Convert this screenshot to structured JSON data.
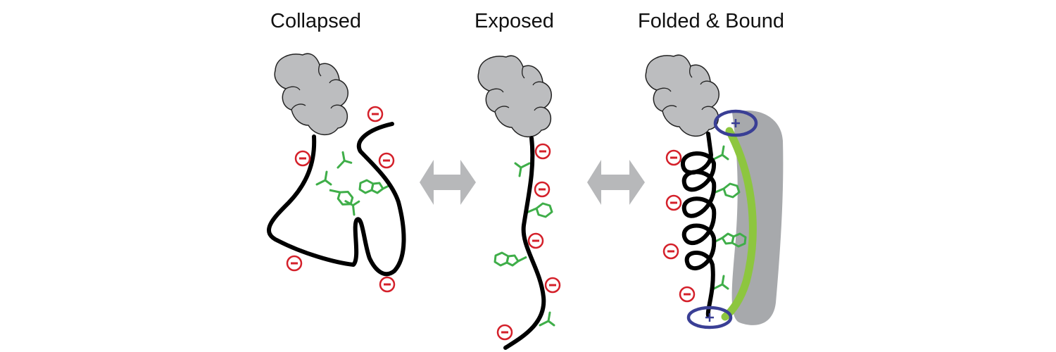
{
  "panels": [
    {
      "id": "collapsed",
      "title": "Collapsed"
    },
    {
      "id": "exposed",
      "title": "Exposed"
    },
    {
      "id": "folded",
      "title": "Folded & Bound"
    }
  ],
  "symbols": {
    "negative": "−",
    "positive": "+"
  },
  "colors": {
    "domain_gray": "#bcbdbf",
    "chain": "#000000",
    "side_chain_green": "#3fae49",
    "helix_green": "#8dc63f",
    "negative_red": "#d4202a",
    "positive_blue": "#3a3f95",
    "arrow_gray": "#b7b8ba",
    "partner_gray": "#a7a9ac"
  }
}
